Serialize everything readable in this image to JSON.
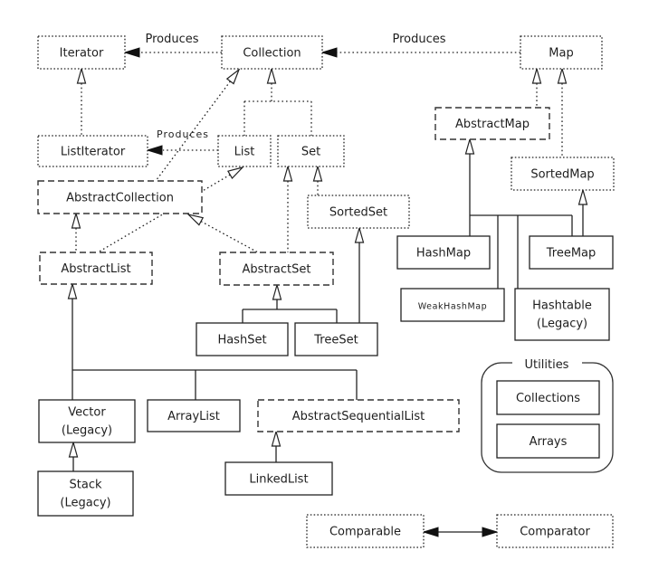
{
  "diagram": {
    "legend_styles": {
      "interface": "dotted border",
      "abstract": "dashed border",
      "concrete": "solid border"
    },
    "nodes": {
      "iterator": {
        "label": [
          "Iterator"
        ],
        "kind": "interface"
      },
      "collection": {
        "label": [
          "Collection"
        ],
        "kind": "interface"
      },
      "map": {
        "label": [
          "Map"
        ],
        "kind": "interface"
      },
      "listIterator": {
        "label": [
          "ListIterator"
        ],
        "kind": "interface"
      },
      "list": {
        "label": [
          "List"
        ],
        "kind": "interface"
      },
      "set": {
        "label": [
          "Set"
        ],
        "kind": "interface"
      },
      "abstractMap": {
        "label": [
          "AbstractMap"
        ],
        "kind": "abstract"
      },
      "sortedMap": {
        "label": [
          "SortedMap"
        ],
        "kind": "interface"
      },
      "abstractCollection": {
        "label": [
          "AbstractCollection"
        ],
        "kind": "abstract"
      },
      "sortedSet": {
        "label": [
          "SortedSet"
        ],
        "kind": "interface"
      },
      "abstractList": {
        "label": [
          "AbstractList"
        ],
        "kind": "abstract"
      },
      "abstractSet": {
        "label": [
          "AbstractSet"
        ],
        "kind": "abstract"
      },
      "hashMap": {
        "label": [
          "HashMap"
        ],
        "kind": "concrete"
      },
      "treeMap": {
        "label": [
          "TreeMap"
        ],
        "kind": "concrete"
      },
      "weakHashMap": {
        "label": [
          "WeakHashMap"
        ],
        "kind": "concrete"
      },
      "hashtable": {
        "label": [
          "Hashtable",
          "(Legacy)"
        ],
        "kind": "concrete"
      },
      "hashSet": {
        "label": [
          "HashSet"
        ],
        "kind": "concrete"
      },
      "treeSet": {
        "label": [
          "TreeSet"
        ],
        "kind": "concrete"
      },
      "vector": {
        "label": [
          "Vector",
          "(Legacy)"
        ],
        "kind": "concrete"
      },
      "arrayList": {
        "label": [
          "ArrayList"
        ],
        "kind": "concrete"
      },
      "abstractSequentialList": {
        "label": [
          "AbstractSequentialList"
        ],
        "kind": "abstract"
      },
      "linkedList": {
        "label": [
          "LinkedList"
        ],
        "kind": "concrete"
      },
      "stack": {
        "label": [
          "Stack",
          "(Legacy)"
        ],
        "kind": "concrete"
      },
      "collections": {
        "label": [
          "Collections"
        ],
        "kind": "concrete"
      },
      "arrays": {
        "label": [
          "Arrays"
        ],
        "kind": "concrete"
      },
      "comparable": {
        "label": [
          "Comparable"
        ],
        "kind": "interface"
      },
      "comparator": {
        "label": [
          "Comparator"
        ],
        "kind": "interface"
      }
    },
    "utilities": {
      "title": "Utilities",
      "members": [
        "collections",
        "arrays"
      ]
    },
    "relations": [
      {
        "from": "collection",
        "to": "iterator",
        "type": "produces",
        "label": "Produces"
      },
      {
        "from": "map",
        "to": "collection",
        "type": "produces",
        "label": "Produces"
      },
      {
        "from": "listIterator",
        "to": "iterator",
        "type": "extends"
      },
      {
        "from": [
          "list",
          "set"
        ],
        "to": "collection",
        "type": "extends"
      },
      {
        "from": "list",
        "to": "listIterator",
        "type": "produces",
        "label": "Produces"
      },
      {
        "from": "abstractCollection",
        "to": "collection",
        "type": "implements"
      },
      {
        "from": "abstractList",
        "to": "list",
        "type": "implements"
      },
      {
        "from": "abstractList",
        "to": "abstractCollection",
        "type": "extends"
      },
      {
        "from": "abstractSet",
        "to": "abstractCollection",
        "type": "extends"
      },
      {
        "from": "abstractSet",
        "to": "set",
        "type": "implements"
      },
      {
        "from": "sortedSet",
        "to": "set",
        "type": "extends"
      },
      {
        "from": "abstractMap",
        "to": "map",
        "type": "implements"
      },
      {
        "from": "sortedMap",
        "to": "map",
        "type": "extends"
      },
      {
        "from": [
          "hashMap",
          "weakHashMap",
          "hashtable",
          "treeMap"
        ],
        "to": "abstractMap",
        "type": "extends"
      },
      {
        "from": "treeMap",
        "to": "sortedMap",
        "type": "implements"
      },
      {
        "from": [
          "hashSet",
          "treeSet"
        ],
        "to": "abstractSet",
        "type": "extends"
      },
      {
        "from": "treeSet",
        "to": "sortedSet",
        "type": "implements"
      },
      {
        "from": [
          "vector",
          "arrayList",
          "abstractSequentialList"
        ],
        "to": "abstractList",
        "type": "extends"
      },
      {
        "from": "linkedList",
        "to": "abstractSequentialList",
        "type": "extends"
      },
      {
        "from": "stack",
        "to": "vector",
        "type": "extends"
      },
      {
        "from": "comparable",
        "to": "comparator",
        "type": "association-bidirectional"
      }
    ]
  }
}
